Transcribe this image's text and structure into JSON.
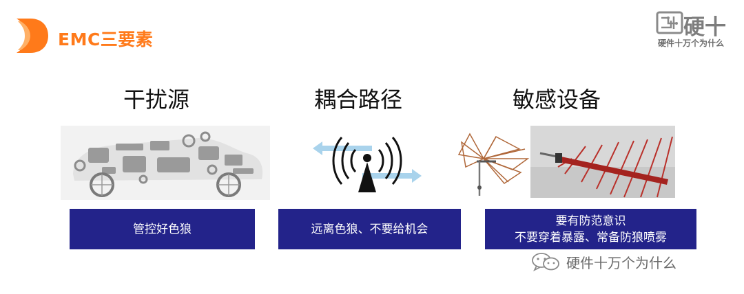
{
  "header": {
    "title": "EMC三要素",
    "logo_icon": "orange-d-logo-icon",
    "accent_color": "#ff7a1a"
  },
  "brand": {
    "name": "硬十",
    "subtitle": "硬件十万个为什么",
    "icon": "circuit-board-icon"
  },
  "columns": [
    {
      "heading": "干扰源",
      "box_lines": [
        "管控好色狼"
      ],
      "illustration": "car-parts-icon"
    },
    {
      "heading": "耦合路径",
      "box_lines": [
        "远离色狼、不要给机会"
      ],
      "illustration": "wireless-signal-icon"
    },
    {
      "heading": "敏感设备",
      "box_lines": [
        "要有防范意识",
        "不要穿着暴露、常备防狼喷雾"
      ],
      "illustration": "antenna-icon"
    }
  ],
  "box_color": "#23238a",
  "watermark": {
    "text": "硬件十万个为什么",
    "icon": "wechat-icon"
  }
}
